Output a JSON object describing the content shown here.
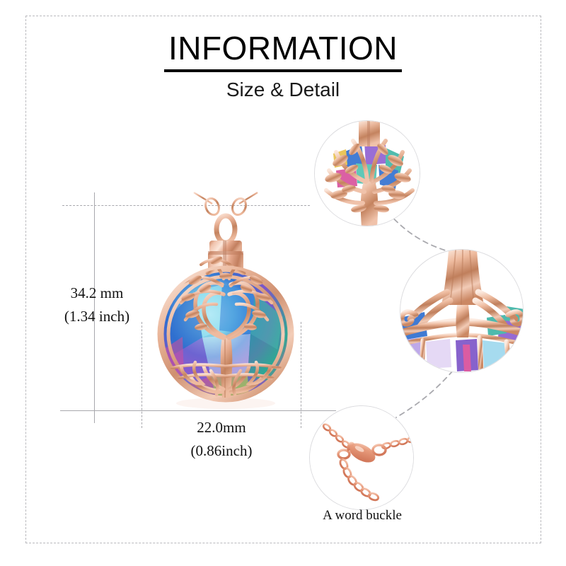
{
  "header": {
    "title": "INFORMATION",
    "subtitle": "Size & Detail"
  },
  "dimensions": {
    "height_mm": "34.2 mm",
    "height_inch": "(1.34 inch)",
    "width_mm": "22.0mm",
    "width_inch": "(0.86inch)"
  },
  "details": {
    "clasp_caption": "A word buckle"
  },
  "product": {
    "name": "tree-of-life-urn-pendant",
    "metal_color": "#e7b49a",
    "metal_shadow": "#bf8264",
    "metal_highlight": "#fbe3d6",
    "crystal_colors": [
      "#2f6fd0",
      "#8e5fd1",
      "#3fb5a6",
      "#d84f9b",
      "#e8c04a",
      "#5ad1e8"
    ]
  },
  "frame": {
    "border_color": "#b9b9bd"
  },
  "guides": {
    "line_color": "#a8a8ad"
  }
}
